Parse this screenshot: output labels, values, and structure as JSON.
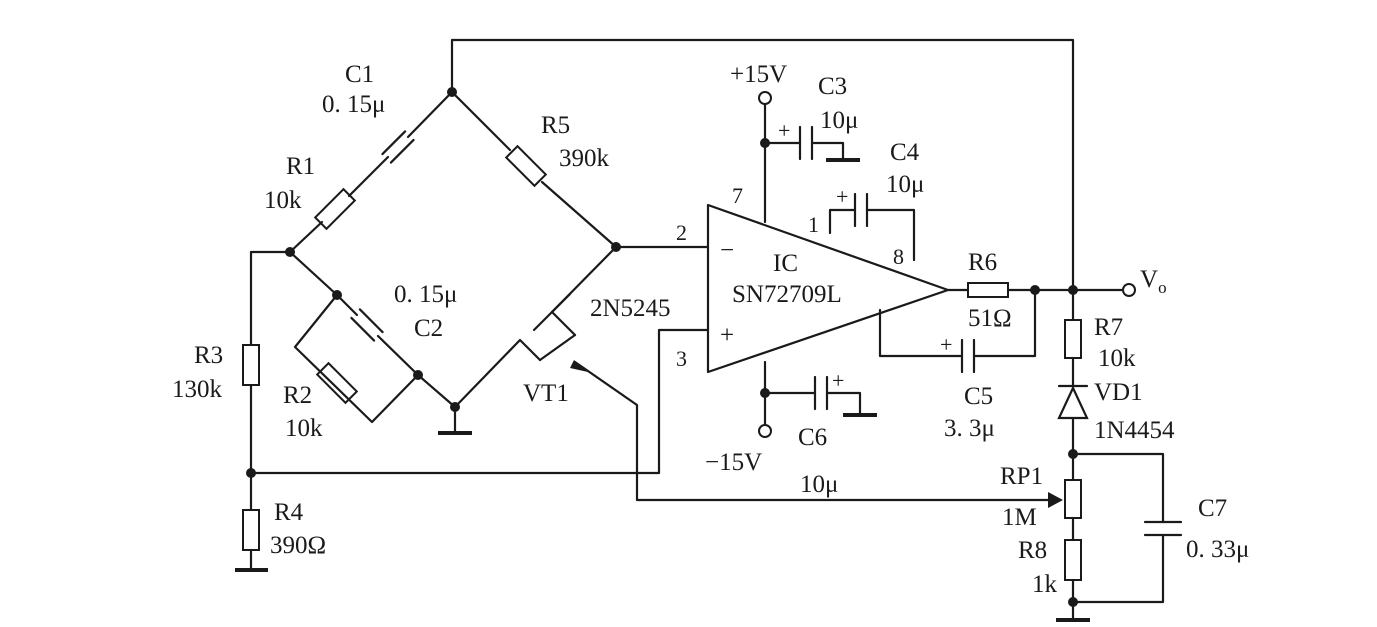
{
  "components": {
    "C1": {
      "name": "C1",
      "value": "0. 15μ"
    },
    "C2": {
      "name": "C2",
      "value": "0. 15μ"
    },
    "C3": {
      "name": "C3",
      "value": "10μ"
    },
    "C4": {
      "name": "C4",
      "value": "10μ"
    },
    "C5": {
      "name": "C5",
      "value": "3. 3μ"
    },
    "C6": {
      "name": "C6",
      "value": "10μ"
    },
    "C7": {
      "name": "C7",
      "value": "0. 33μ"
    },
    "R1": {
      "name": "R1",
      "value": "10k"
    },
    "R2": {
      "name": "R2",
      "value": "10k"
    },
    "R3": {
      "name": "R3",
      "value": "130k"
    },
    "R4": {
      "name": "R4",
      "value": "390Ω"
    },
    "R5": {
      "name": "R5",
      "value": "390k"
    },
    "R6": {
      "name": "R6",
      "value": "51Ω"
    },
    "R7": {
      "name": "R7",
      "value": "10k"
    },
    "R8": {
      "name": "R8",
      "value": "1k"
    },
    "RP1": {
      "name": "RP1",
      "value": "1M"
    },
    "VD1": {
      "name": "VD1",
      "value": "1N4454"
    },
    "VT1": {
      "name": "VT1",
      "value": "2N5245"
    },
    "IC": {
      "name": "IC",
      "value": "SN72709L"
    }
  },
  "supplies": {
    "pos": "+15V",
    "neg": "−15V"
  },
  "output": {
    "label": "V",
    "sub": "o"
  },
  "pins": {
    "p1": "1",
    "p2": "2",
    "p3": "3",
    "p7": "7",
    "p8": "8",
    "minus": "−",
    "plus": "+"
  },
  "polarity": {
    "plus": "+"
  }
}
